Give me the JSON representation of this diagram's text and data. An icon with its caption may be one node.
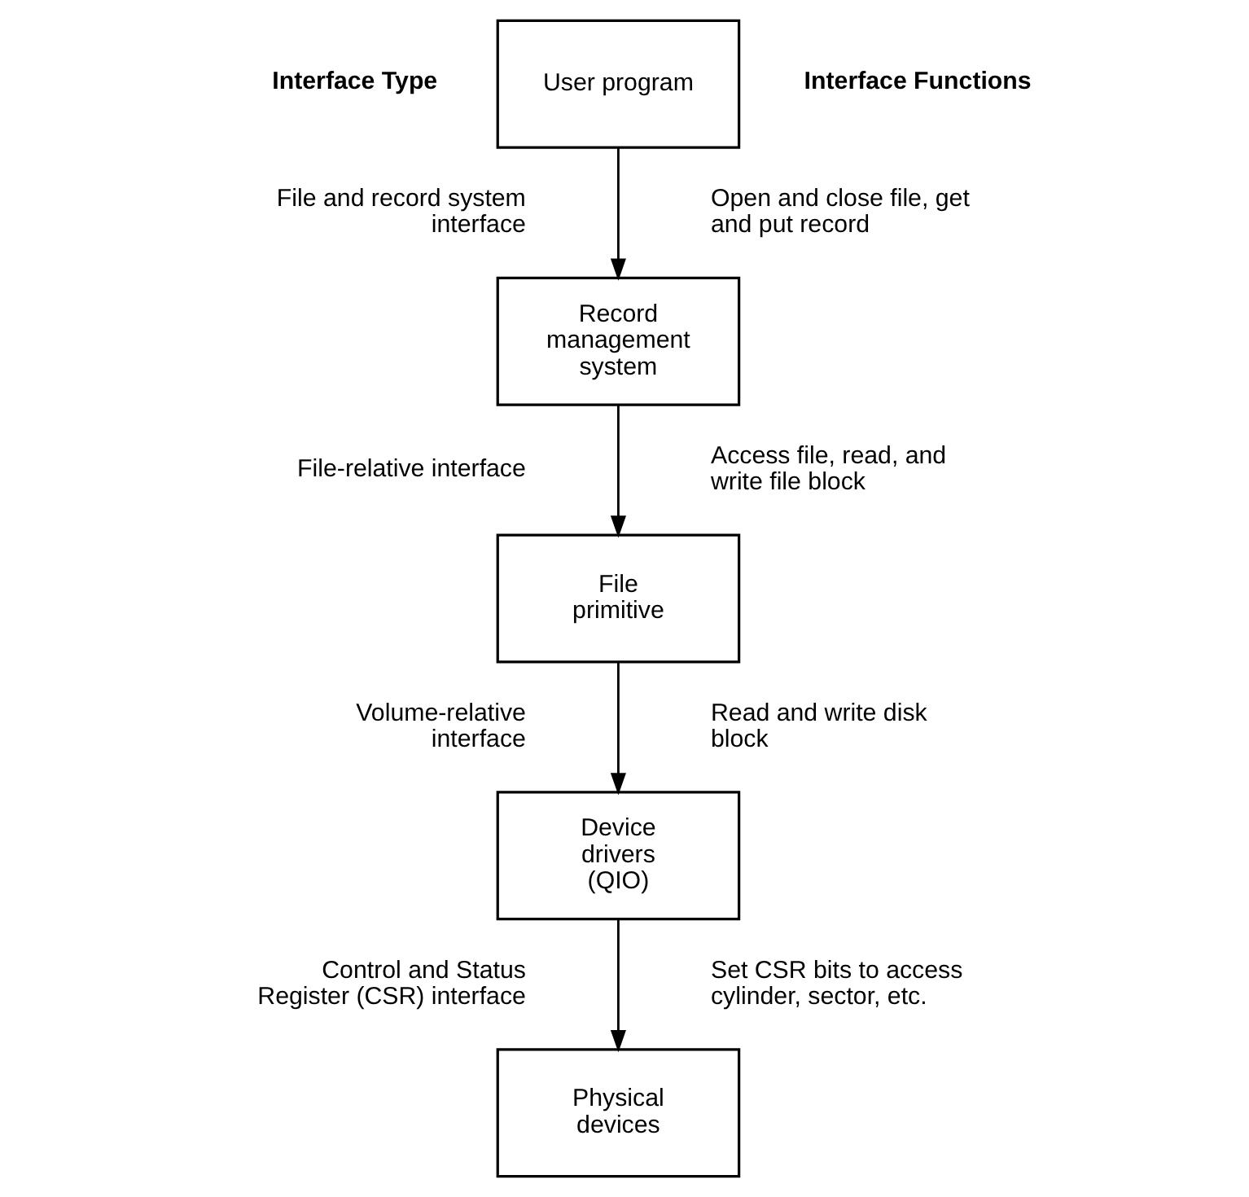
{
  "diagram": {
    "nodes": [
      {
        "text": [
          "User program"
        ]
      },
      {
        "text": [
          "Record management system"
        ]
      },
      {
        "text": [
          "File primitive"
        ]
      },
      {
        "text": [
          "Device drivers (QIO)"
        ]
      },
      {
        "text": [
          "Physical devices"
        ]
      }
    ],
    "edges": [
      {
        "from": 0,
        "to": 1,
        "arrow": "to"
      },
      {
        "from": 1,
        "to": 2,
        "arrow": "to"
      },
      {
        "from": 2,
        "to": 3,
        "arrow": "to"
      },
      {
        "from": 3,
        "to": 4,
        "arrow": "to"
      }
    ],
    "labels": [
      "Interface Type",
      "Interface Functions",
      "File and record system interface",
      "Open and close file, get and put record",
      "File-relative interface",
      "Access file, read, and write file block",
      "Volume-relative interface",
      "Read and write disk block",
      "Control and Status Register (CSR) interface",
      "Set CSR bits to access cylinder, sector, etc."
    ]
  }
}
